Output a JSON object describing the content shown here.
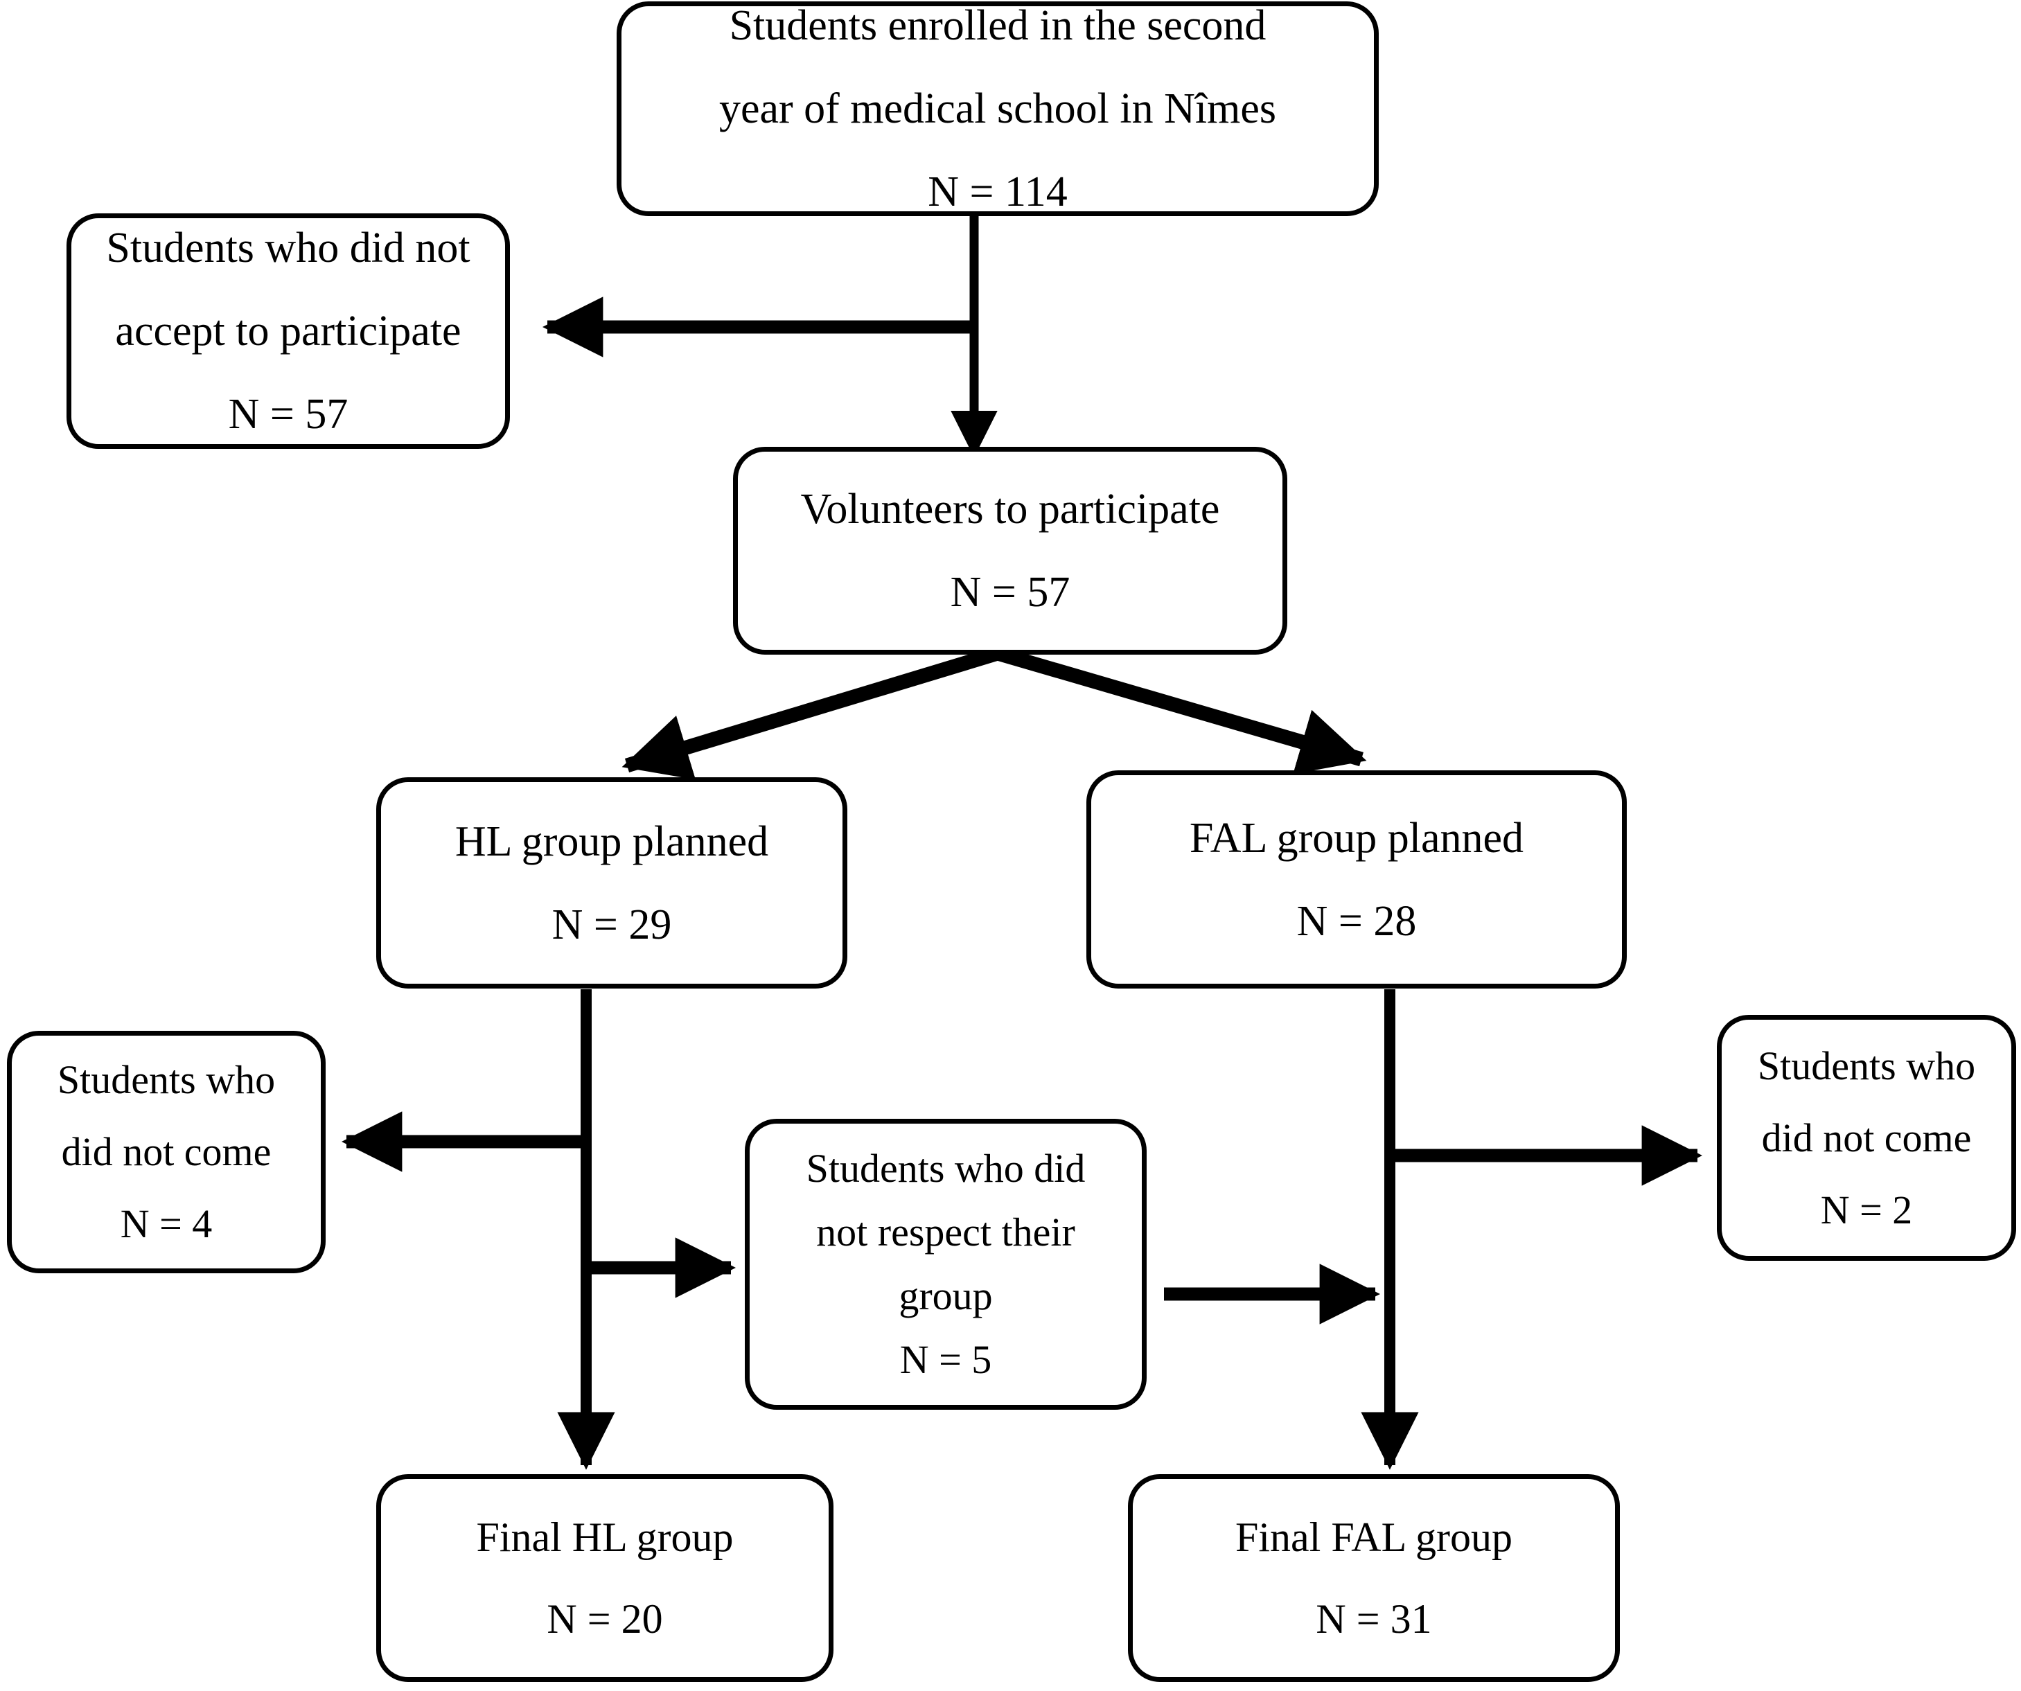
{
  "diagram": {
    "type": "flowchart",
    "title": "Study participant flow diagram",
    "nodes": {
      "enrolled": {
        "line1": "Students enrolled in the second",
        "line2": "year of medical school in Nîmes",
        "count": "N = 114"
      },
      "not_accept": {
        "line1": "Students who did not",
        "line2": "accept to participate",
        "count": "N = 57"
      },
      "volunteers": {
        "line1": "Volunteers to participate",
        "count": "N = 57"
      },
      "hl_planned": {
        "line1": "HL group planned",
        "count": "N = 29"
      },
      "fal_planned": {
        "line1": "FAL group planned",
        "count": "N = 28"
      },
      "hl_no_come": {
        "line1": "Students who",
        "line2": "did not come",
        "count": "N = 4"
      },
      "no_respect": {
        "line1": "Students who did",
        "line2": "not respect their",
        "line3": "group",
        "count": "N = 5"
      },
      "fal_no_come": {
        "line1": "Students who",
        "line2": "did not come",
        "count": "N = 2"
      },
      "hl_final": {
        "line1": "Final HL group",
        "count": "N = 20"
      },
      "fal_final": {
        "line1": "Final FAL group",
        "count": "N = 31"
      }
    },
    "edges": [
      {
        "from": "enrolled",
        "to": "volunteers",
        "style": "straight-down-arrow"
      },
      {
        "from": "enrolled",
        "to": "not_accept",
        "style": "branch-left-arrow"
      },
      {
        "from": "volunteers",
        "to": "hl_planned",
        "style": "diagonal-left-arrow"
      },
      {
        "from": "volunteers",
        "to": "fal_planned",
        "style": "diagonal-right-arrow"
      },
      {
        "from": "hl_planned",
        "to": "hl_no_come",
        "style": "branch-left-arrow"
      },
      {
        "from": "hl_planned",
        "to": "no_respect",
        "style": "branch-right-arrow"
      },
      {
        "from": "hl_planned",
        "to": "hl_final",
        "style": "straight-down-arrow"
      },
      {
        "from": "no_respect",
        "to": "fal_trunk",
        "style": "branch-right-arrow"
      },
      {
        "from": "fal_planned",
        "to": "fal_no_come",
        "style": "branch-right-arrow"
      },
      {
        "from": "fal_planned",
        "to": "fal_final",
        "style": "straight-down-arrow"
      }
    ],
    "colors": {
      "stroke": "#000000",
      "fill": "#ffffff",
      "text": "#000000"
    }
  }
}
